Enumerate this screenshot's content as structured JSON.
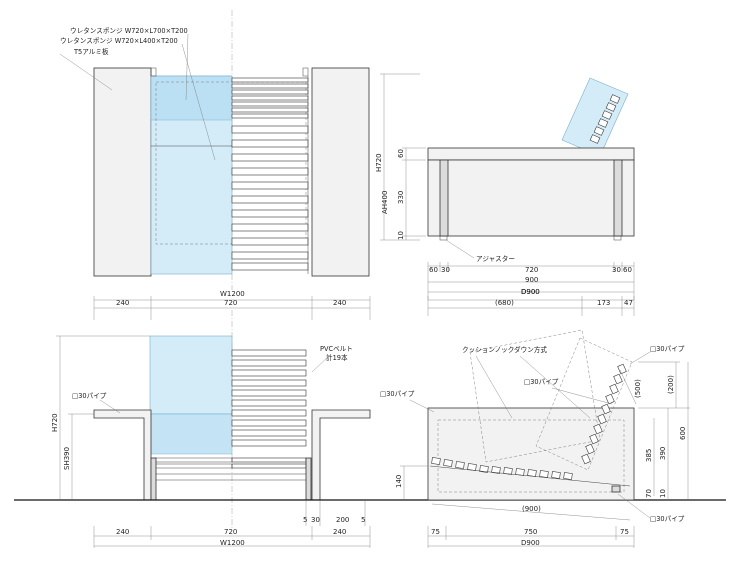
{
  "top_view": {
    "notes": [
      "ウレタンスポンジ W720×L700×T200",
      "ウレタンスポンジ W720×L400×T200",
      "T5アルミ板"
    ]
  },
  "side_view_top": {
    "adjuster_label": "アジャスター",
    "height_total": "H720",
    "dim_60": "60",
    "dim_ah": "AH400",
    "dim_330": "330",
    "dim_10": "10",
    "bottom_dims": [
      "60",
      "30",
      "720",
      "30",
      "60"
    ],
    "total_900": "900",
    "total_d900": "D900"
  },
  "front_view": {
    "top_dims": [
      "240",
      "720",
      "240"
    ],
    "top_total": "W1200",
    "pvc_label": "PVCベルト",
    "pvc_count": "計19本",
    "pipe_label": "□30パイプ",
    "dim_h720": "H720",
    "dim_sh390": "SH390",
    "small_dims": [
      "5",
      "30",
      "200",
      "5"
    ],
    "bottom_dims": [
      "240",
      "720",
      "240"
    ],
    "bottom_total": "W1200"
  },
  "side_view_bottom": {
    "top_dims": [
      "(680)",
      "173",
      "47"
    ],
    "top_total": "D900",
    "cushion_label": "クッションノックダウン方式",
    "pipe_label_1": "□30パイプ",
    "pipe_label_2": "□30パイプ",
    "pipe_label_3": "□30パイプ",
    "pipe_label_4": "□30パイプ",
    "dim_500": "(500)",
    "dim_200": "(200)",
    "dim_600": "600",
    "dim_385": "385",
    "dim_390": "390",
    "dim_140": "140",
    "dim_70": "70",
    "dim_10": "10",
    "dim_900p": "(900)",
    "bottom_dims": [
      "75",
      "750",
      "75"
    ],
    "bottom_total": "D900"
  }
}
